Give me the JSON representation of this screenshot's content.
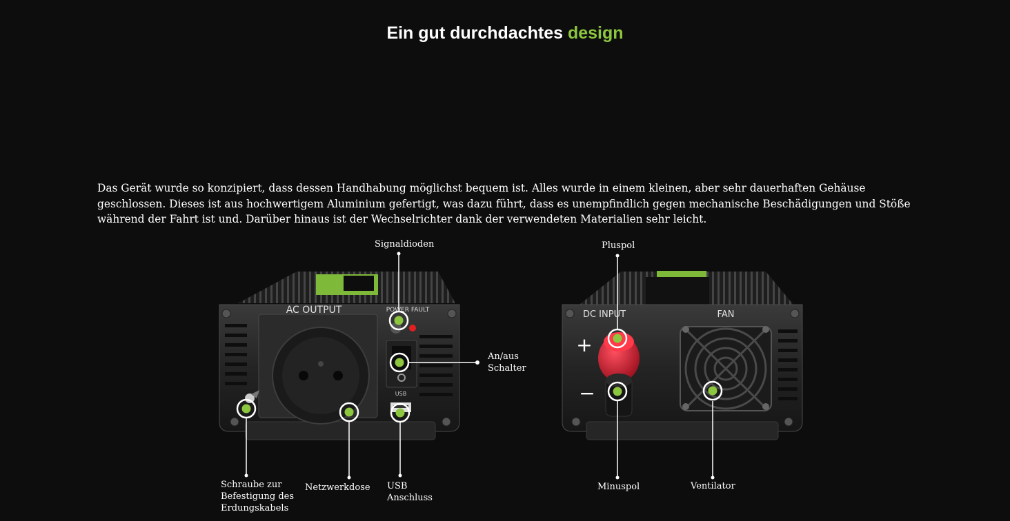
{
  "heading": {
    "prefix": "Ein gut durchdachtes ",
    "accent": "design"
  },
  "description": "Das Gerät wurde so konzipiert, dass dessen Handhabung möglichst bequem ist. Alles wurde in einem kleinen, aber sehr dauerhaften Gehäuse geschlossen. Dieses ist aus hochwertigem Aluminium gefertigt, was dazu führt, dass es unempfindlich gegen mechanische Beschädigungen und Stöße während der Fahrt ist und. Darüber hinaus ist der Wechselrichter dank der verwendeten Materialien sehr leicht.",
  "device_front": {
    "panel_label": "AC OUTPUT",
    "led_label": "POWER FAULT",
    "usb_label": "USB"
  },
  "device_back": {
    "input_label": "DC INPUT",
    "fan_label": "FAN",
    "plus_sign": "+",
    "minus_sign": "−"
  },
  "callouts": {
    "signaldioden": "Signaldioden",
    "schalter_line1": "An/aus",
    "schalter_line2": "Schalter",
    "schraube_line1": "Schraube zur",
    "schraube_line2": "Befestigung des",
    "schraube_line3": "Erdungskabels",
    "netzwerkdose": "Netzwerkdose",
    "usb_line1": "USB",
    "usb_line2": "Anschluss",
    "pluspol": "Pluspol",
    "minuspol": "Minuspol",
    "ventilator": "Ventilator"
  },
  "colors": {
    "accent": "#8dc63f",
    "background": "#0d0d0d",
    "fault_led": "#e02020",
    "terminal_red": "#d4162b"
  }
}
